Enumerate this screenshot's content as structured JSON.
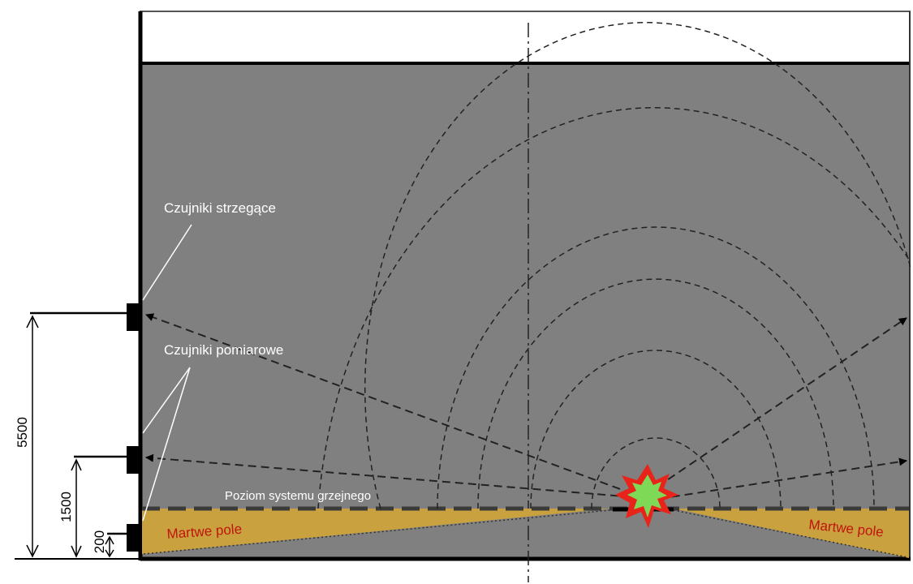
{
  "labels": {
    "guard_sensors": "Czujniki strzegące",
    "measuring_sensors": "Czujniki pomiarowe",
    "heating_level": "Poziom systemu grzejnego",
    "dead_zone_left": "Martwe pole",
    "dead_zone_right": "Martwe pole"
  },
  "dimensions": {
    "top_sensor": "5500",
    "middle_sensor": "1500",
    "bottom_sensor": "200"
  },
  "colors": {
    "tank_fill": "#808080",
    "dead_zone": "#c9a13e",
    "dead_zone_text": "#c0140c",
    "burst_outer": "#e8231a",
    "burst_inner": "#7ed957"
  }
}
